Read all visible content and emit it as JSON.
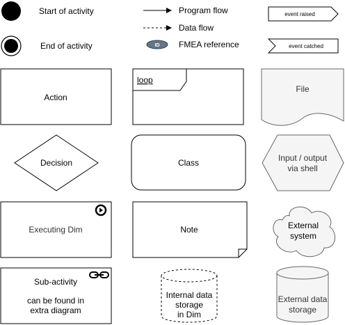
{
  "legend": {
    "start_of_activity": "Start of activity",
    "end_of_activity": "End of activity",
    "program_flow": "Program flow",
    "data_flow": "Data flow",
    "fmea_badge": "ID",
    "fmea_reference": "FMEA reference",
    "event_raised": "event raised",
    "event_catched": "event catched"
  },
  "shapes": {
    "action": "Action",
    "loop": "loop",
    "file": "File",
    "decision": "Decision",
    "class": "Class",
    "io_line1": "Input / output",
    "io_line2": "via shell",
    "executing_dim": "Executing Dim",
    "note": "Note",
    "external_line1": "External",
    "external_line2": "system",
    "subactivity_title": "Sub-activity",
    "subactivity_line1": "can be found in",
    "subactivity_line2": "extra diagram",
    "internal_line1": "Internal data",
    "internal_line2": "storage",
    "internal_line3": "in Dim",
    "external_storage_line1": "External data",
    "external_storage_line2": "storage"
  },
  "colors": {
    "stroke": "#000000",
    "grey_fill": "#f5f5f5",
    "grey_stroke": "#666666",
    "fmea_badge_fill": "#647687"
  },
  "icons": {
    "play": "play-circle-icon",
    "link": "chain-link-icon"
  }
}
